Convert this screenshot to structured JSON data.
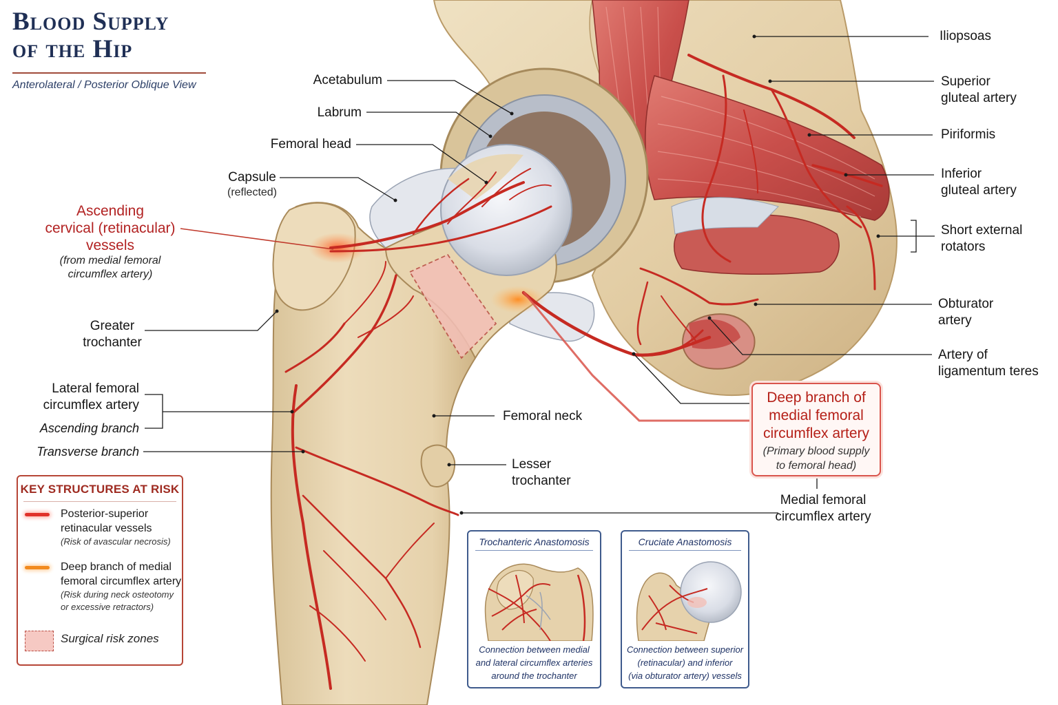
{
  "title": {
    "line1": "Blood Supply",
    "line2": "of the Hip",
    "subtitle": "Anterolateral / Posterior Oblique View"
  },
  "labels": {
    "acetabulum": "Acetabulum",
    "labrum": "Labrum",
    "femoral_head": "Femoral head",
    "capsule": "Capsule",
    "capsule_note": "(reflected)",
    "ascending_cervical": [
      "Ascending",
      "cervical (retinacular)",
      "vessels"
    ],
    "ascending_cervical_note": [
      "(from medial femoral",
      "circumflex artery)"
    ],
    "greater_trochanter": [
      "Greater",
      "trochanter"
    ],
    "lateral_femoral_circumflex": [
      "Lateral femoral",
      "circumflex artery"
    ],
    "ascending_branch": "Ascending branch",
    "transverse_branch": "Transverse branch",
    "femoral_neck": "Femoral neck",
    "lesser_trochanter": [
      "Lesser",
      "trochanter"
    ],
    "iliopsoas": "Iliopsoas",
    "superior_gluteal_artery": [
      "Superior",
      "gluteal artery"
    ],
    "piriformis": "Piriformis",
    "inferior_gluteal_artery": [
      "Inferior",
      "gluteal artery"
    ],
    "short_external_rotators": [
      "Short external",
      "rotators"
    ],
    "obturator_artery": [
      "Obturator",
      "artery"
    ],
    "artery_ligamentum_teres": [
      "Artery of",
      "ligamentum teres"
    ],
    "deep_branch": [
      "Deep branch of",
      "medial femoral",
      "circumflex artery"
    ],
    "deep_branch_note": [
      "(Primary blood supply",
      "to femoral head)"
    ],
    "medial_femoral_circumflex": [
      "Medial femoral",
      "circumflex artery"
    ]
  },
  "key": {
    "title": "KEY STRUCTURES AT RISK",
    "items": [
      {
        "lines": [
          "Posterior-superior",
          "retinacular vessels"
        ],
        "note": "(Risk of avascular necrosis)",
        "swatch_color": "#e0322a"
      },
      {
        "lines": [
          "Deep branch of medial",
          "femoral circumflex artery"
        ],
        "note": [
          "(Risk during neck osteotomy",
          "or excessive retractors)"
        ],
        "swatch_color": "#f28a1e"
      },
      {
        "lines": [
          "Surgical risk zones"
        ],
        "swatch_color": "#f6c9c3"
      }
    ]
  },
  "insets": [
    {
      "title": "Trochanteric Anastomosis",
      "caption": [
        "Connection between medial",
        "and lateral circumflex arteries",
        "around the trochanter"
      ]
    },
    {
      "title": "Cruciate Anastomosis",
      "caption": [
        "Connection between superior",
        "(retinacular) and inferior",
        "(via obturator artery) vessels"
      ]
    }
  ],
  "colors": {
    "bone": "#e8d7b4",
    "bone_shadow": "#c8b080",
    "muscle": "#c95451",
    "artery": "#c62a22",
    "cartilage": "#dde2ea",
    "risk_zone": "#f3bfb7",
    "title": "#1f2f55",
    "accent_red": "#b22222"
  }
}
